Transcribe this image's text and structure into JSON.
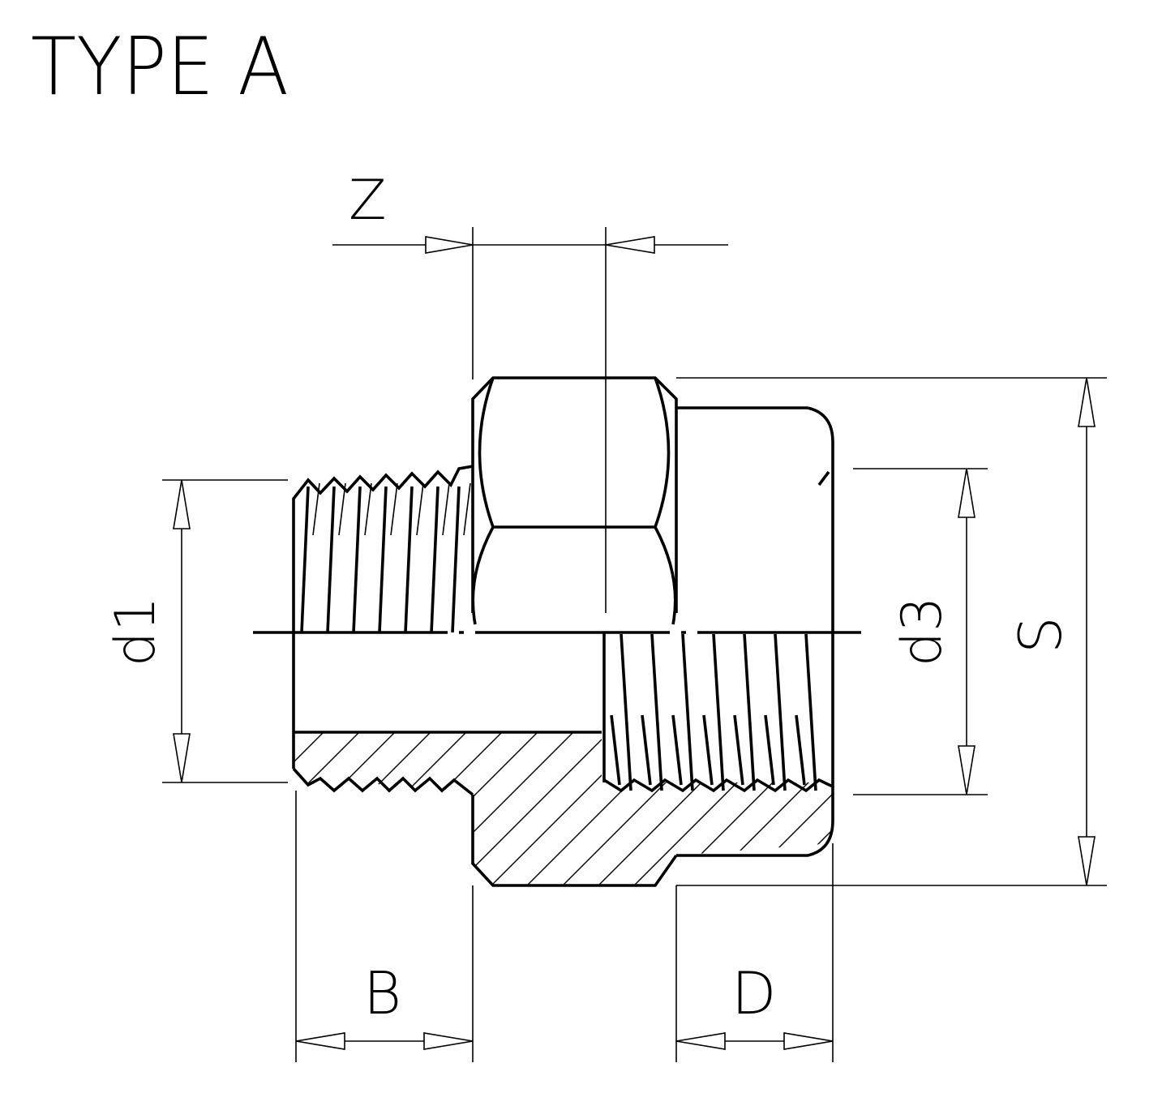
{
  "title": "TYPE A",
  "dimensions": {
    "z": "Z",
    "d1": "d1",
    "d3": "d3",
    "s": "S",
    "b": "B",
    "d": "D"
  }
}
